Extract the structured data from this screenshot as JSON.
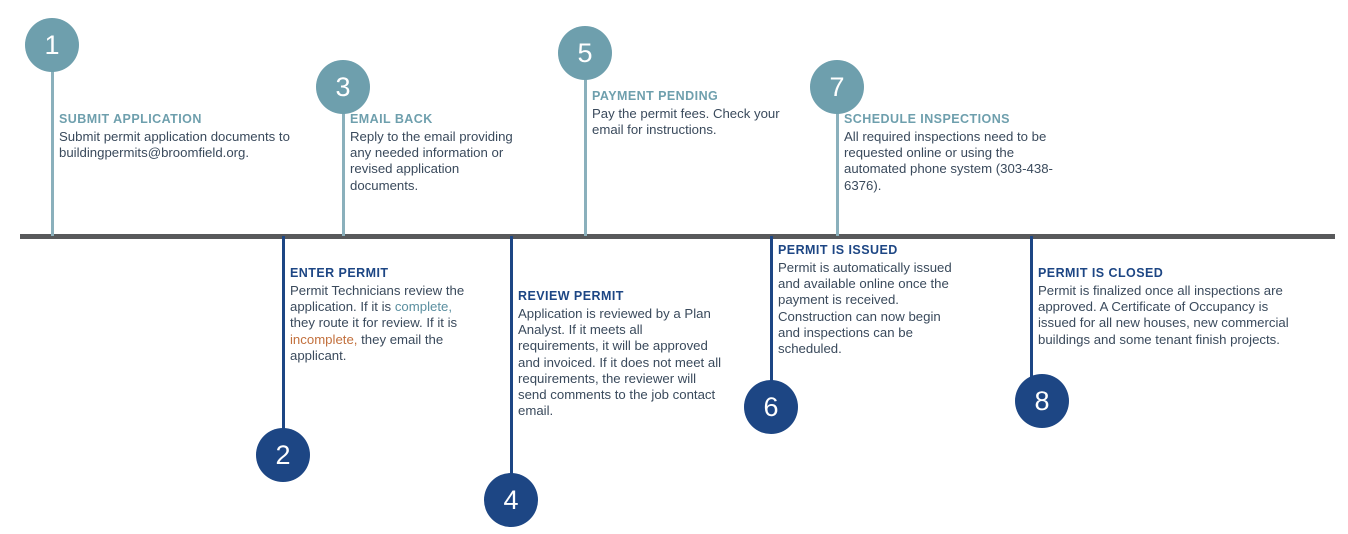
{
  "colors": {
    "teal": "#6e9fad",
    "navy": "#1d4684",
    "axis": "#58595b",
    "body_text": "#3a4a5c",
    "highlight_complete": "#5b8fa0",
    "highlight_incomplete": "#c2703d",
    "background": "#ffffff"
  },
  "axis": {
    "label": "timeline-axis"
  },
  "steps": [
    {
      "number": "1",
      "heading": "SUBMIT APPLICATION",
      "body": "Submit permit application documents to buildingpermits@broomfield.org.",
      "position": "above",
      "color": "teal"
    },
    {
      "number": "2",
      "heading": "ENTER PERMIT",
      "body_prefix": "Permit Technicians review the application. If it is ",
      "body_highlight_1": "complete,",
      "body_middle": " they route it for review. If it is ",
      "body_highlight_2": "incomplete,",
      "body_suffix": " they email the applicant.",
      "position": "below",
      "color": "navy"
    },
    {
      "number": "3",
      "heading": "EMAIL BACK",
      "body": "Reply to the email providing any needed information or revised application documents.",
      "position": "above",
      "color": "teal"
    },
    {
      "number": "4",
      "heading": "REVIEW PERMIT",
      "body": "Application is reviewed by a Plan Analyst. If it meets all requirements, it will be approved and invoiced. If it does not meet all requirements, the reviewer will send comments to the job contact email.",
      "position": "below",
      "color": "navy"
    },
    {
      "number": "5",
      "heading": "PAYMENT PENDING",
      "body": "Pay the permit fees. Check your email for instructions.",
      "position": "above",
      "color": "teal"
    },
    {
      "number": "6",
      "heading": "PERMIT IS ISSUED",
      "body": "Permit is automatically issued and available online once the payment is received. Construction can now begin and inspections can be scheduled.",
      "position": "below",
      "color": "navy"
    },
    {
      "number": "7",
      "heading": "SCHEDULE INSPECTIONS",
      "body": "All required inspections need to be requested online or using the automated phone system (303-438-6376).",
      "position": "above",
      "color": "teal"
    },
    {
      "number": "8",
      "heading": "PERMIT IS CLOSED",
      "body": "Permit is finalized once all inspections are approved.  A Certificate of Occupancy is issued for all new houses, new commercial buildings and some tenant finish projects.",
      "position": "below",
      "color": "navy"
    }
  ]
}
